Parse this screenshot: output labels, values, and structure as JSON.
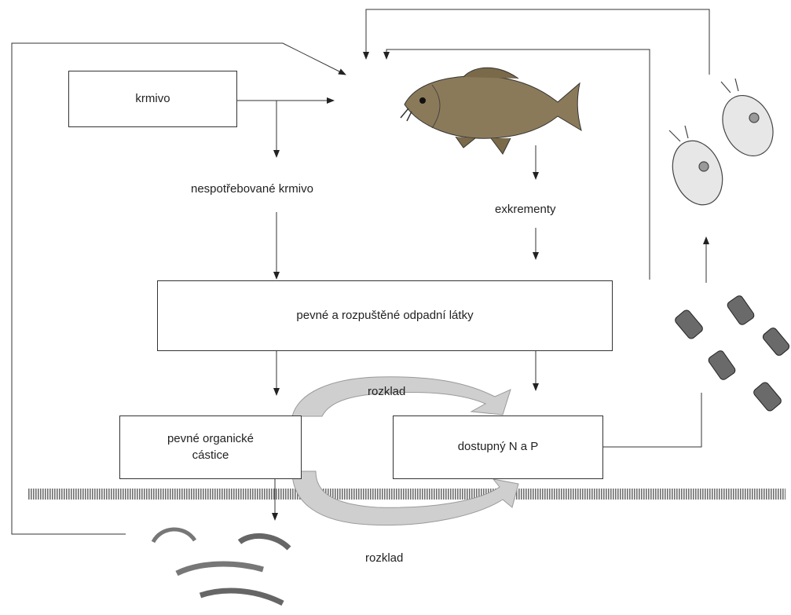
{
  "nodes": {
    "feed": "krmivo",
    "unused_feed": "nespotřebované krmivo",
    "excrement": "exkrementy",
    "waste": "pevné a rozpuštěné odpadní látky",
    "decomposition_top": "rozklad",
    "organic_particles": "pevné organické\ncástice",
    "available_np": "dostupný N a P",
    "decomposition_bottom": "rozklad"
  },
  "illustrations": {
    "fish": "carp-fish-illustration",
    "zooplankton": "daphnia-illustration",
    "phytoplankton": "algae-illustration",
    "benthos": "larvae-illustration"
  },
  "colors": {
    "line": "#333333",
    "cycle_arrow": "#c9c9c9",
    "sediment": "#7a7a7a"
  }
}
